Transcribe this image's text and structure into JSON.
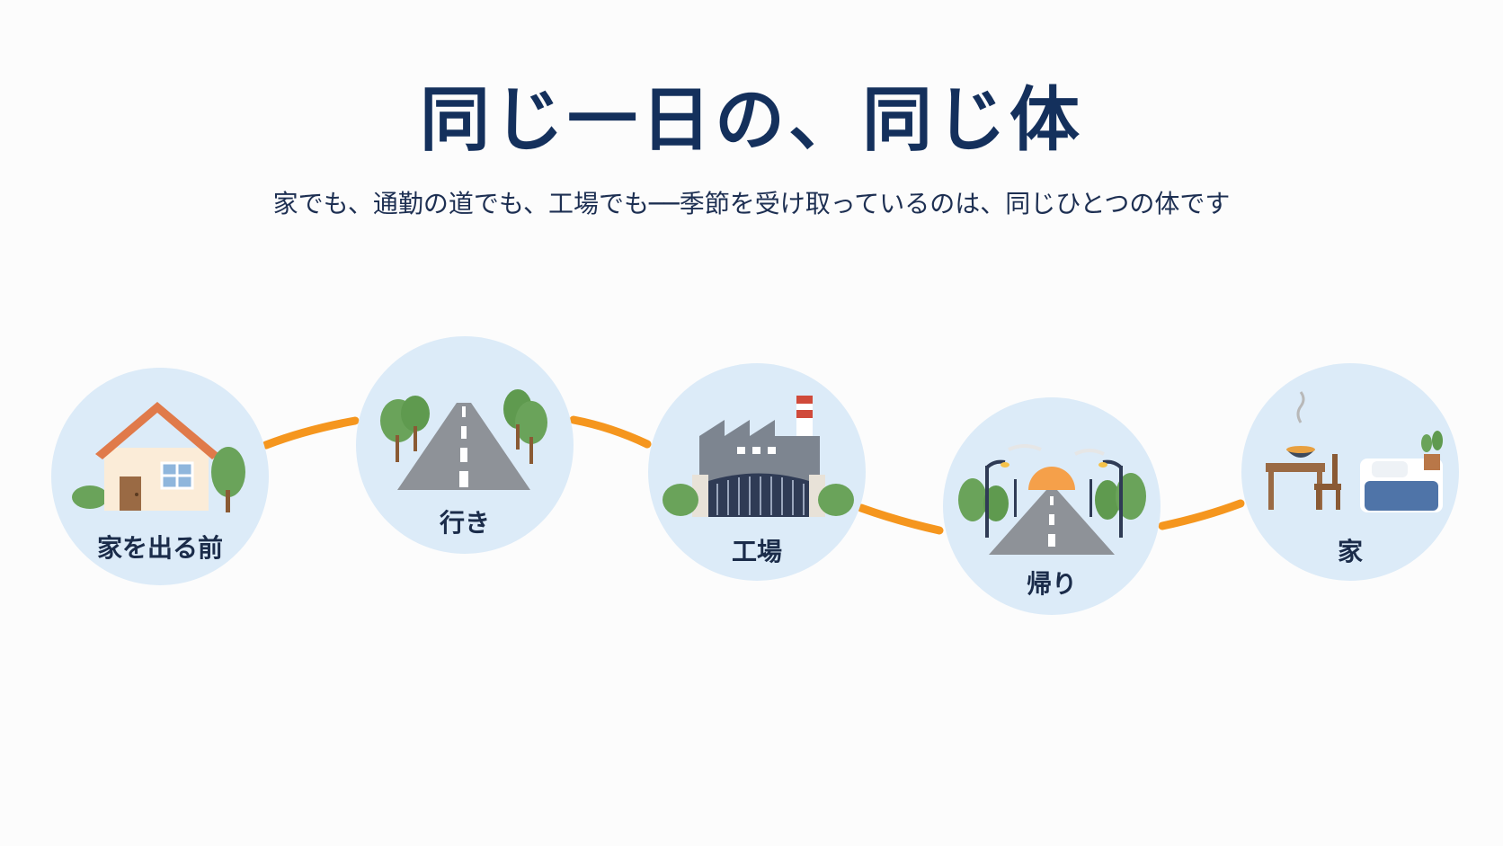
{
  "header": {
    "title": "同じ一日の、同じ体",
    "subtitle": "家でも、通勤の道でも、工場でも──季節を受け取っているのは、同じひとつの体です"
  },
  "steps": [
    {
      "label": "家を出る前",
      "icon": "house-icon"
    },
    {
      "label": "行き",
      "icon": "road-icon"
    },
    {
      "label": "工場",
      "icon": "factory-icon"
    },
    {
      "label": "帰り",
      "icon": "evening-road-icon"
    },
    {
      "label": "家",
      "icon": "home-room-icon"
    }
  ],
  "colors": {
    "title": "#14305c",
    "circle": "#dcebf8",
    "connector": "#f5961e",
    "tree": "#6aa35a",
    "road": "#8e9298"
  }
}
